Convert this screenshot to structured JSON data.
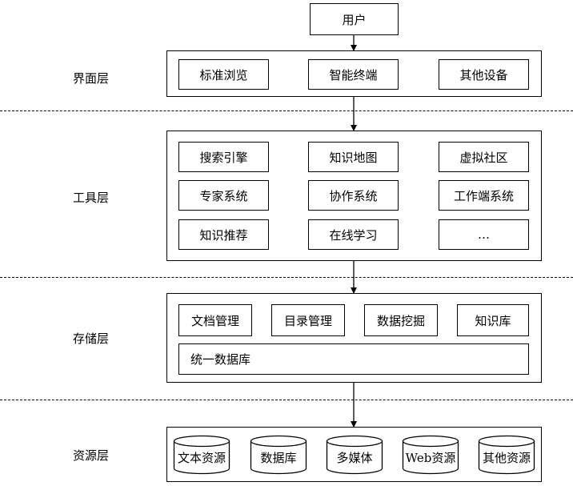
{
  "user": "用户",
  "layers": {
    "interface": "界面层",
    "tools": "工具层",
    "storage": "存储层",
    "resource": "资源层"
  },
  "interface_items": [
    "标准浏览",
    "智能终端",
    "其他设备"
  ],
  "tools_items": [
    "搜索引擎",
    "知识地图",
    "虚拟社区",
    "专家系统",
    "协作系统",
    "工作端系统",
    "知识推荐",
    "在线学习",
    "…"
  ],
  "storage_items": [
    "文档管理",
    "目录管理",
    "数据挖掘",
    "知识库"
  ],
  "storage_unified": "统一数据库",
  "resource_items": [
    "文本资源",
    "数据库",
    "多媒体",
    "Web资源",
    "其他资源"
  ]
}
